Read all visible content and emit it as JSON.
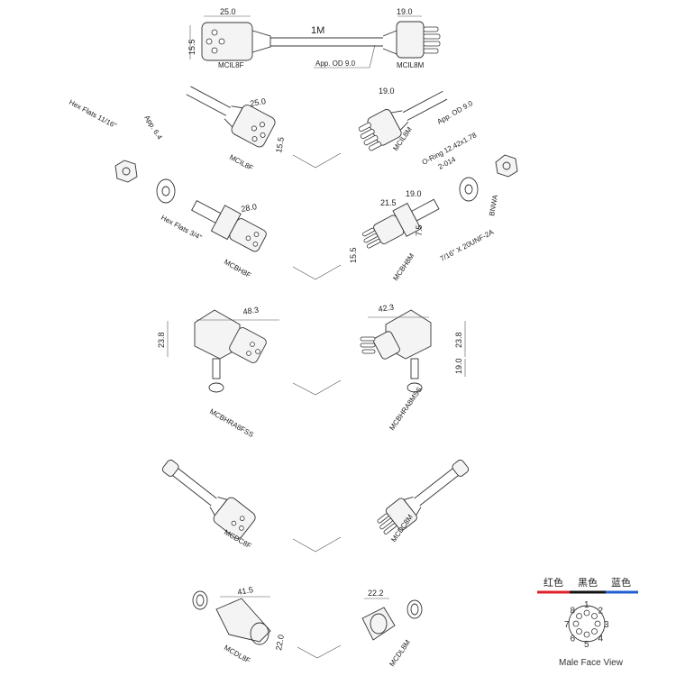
{
  "top_cable": {
    "length": "1M",
    "dim_left_len": "25.0",
    "dim_left_dia": "15.5",
    "dim_right_len": "19.0",
    "od": "App. OD 9.0",
    "left_label": "MCIL8F",
    "right_label": "MCIL8M"
  },
  "inline": {
    "f_len": "25.0",
    "f_dia": "15.5",
    "f_label": "MCIL8F",
    "m_len": "19.0",
    "m_label": "MCIL8M",
    "od": "App. OD 9.0"
  },
  "bulkhead": {
    "hex1": "Hex Flats 11/16\"",
    "hex1_app": "App. 6.4",
    "hex2": "Hex Flats 3/4\"",
    "f_len": "28.0",
    "f_label": "MCBH8F",
    "oring": "O-Ring 12.42x1.78",
    "oring2": "2-014",
    "m_len1": "21.5",
    "m_len2": "19.0",
    "m_dia": "15.5",
    "m_small": "7.5",
    "thread": "7/16\" X 20UNF-2A",
    "washer": "BNWA",
    "m_label": "MCBH8M"
  },
  "right_angle": {
    "f_w": "48.3",
    "f_h": "23.8",
    "f_label": "MCBHRA8FSS",
    "m_w": "42.3",
    "m_h": "23.8",
    "m_h2": "19.0",
    "m_label": "MCBHRA8MSS"
  },
  "dummy": {
    "f_label": "MCDC8F",
    "m_label": "MCDC8M"
  },
  "locking": {
    "f_len": "41.5",
    "f_dia": "22.0",
    "f_label": "MCDL8F",
    "m_len": "22.2",
    "m_label": "MCDL8M"
  },
  "legend": {
    "red": "红色",
    "black": "黑色",
    "blue": "蓝色",
    "colors": {
      "red": "#e0202a",
      "black": "#111111",
      "blue": "#1f5fd0"
    },
    "pins": [
      "1",
      "2",
      "3",
      "4",
      "5",
      "6",
      "7",
      "8"
    ],
    "caption": "Male Face View"
  }
}
